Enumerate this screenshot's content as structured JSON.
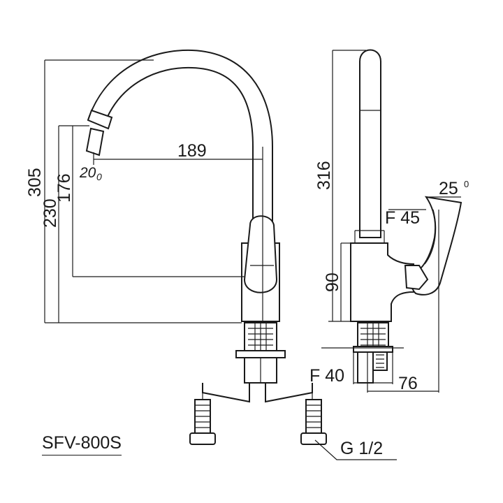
{
  "model": "SFV-800S",
  "dimensions": {
    "spout_reach": "189",
    "total_height": "305",
    "height_230": "230",
    "spout_height": "176",
    "spout_angle": "20",
    "spout_angle_deg": "0",
    "side_height": "316",
    "lever_angle": "25",
    "lever_angle_deg": "0",
    "body_dia_top": "F 45",
    "body_height": "90",
    "base_dia": "F 40",
    "base_depth": "76",
    "thread": "G 1/2"
  }
}
